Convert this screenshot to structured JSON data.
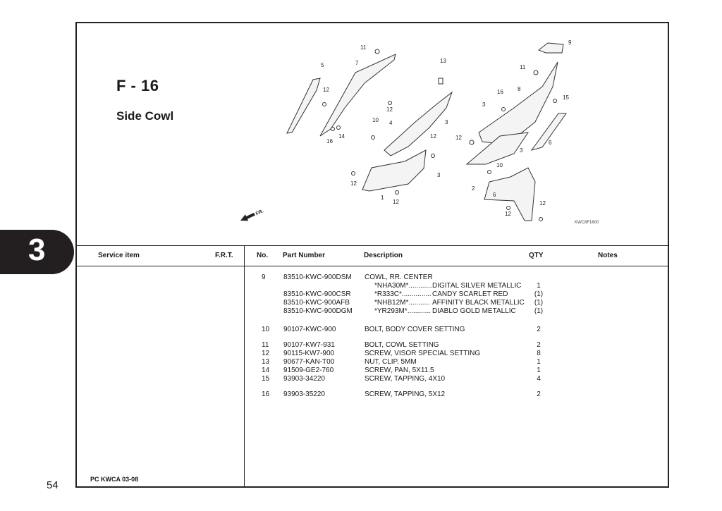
{
  "page_number": "54",
  "section_tab": "3",
  "figure": {
    "code": "F - 16",
    "name": "Side Cowl",
    "drawing_code": "KWC8F1600",
    "direction_label": "FR.",
    "callouts": [
      "1",
      "2",
      "3",
      "3",
      "3",
      "3",
      "4",
      "5",
      "6",
      "6",
      "7",
      "8",
      "9",
      "10",
      "10",
      "11",
      "11",
      "12",
      "12",
      "12",
      "12",
      "12",
      "12",
      "12",
      "12",
      "13",
      "14",
      "15",
      "16",
      "16"
    ]
  },
  "table": {
    "headers": {
      "service_item": "Service item",
      "frt": "F.R.T.",
      "no": "No.",
      "part_number": "Part Number",
      "description": "Description",
      "qty": "QTY",
      "notes": "Notes"
    },
    "rows": [
      {
        "no": "9",
        "part": "83510-KWC-900DSM",
        "desc": "COWL, RR. CENTER",
        "color_code": "",
        "color_name": "",
        "qty": ""
      },
      {
        "no": "",
        "part": "",
        "desc": "",
        "color_code": "*NHA30M*............",
        "color_name": "DIGITAL SILVER METALLIC",
        "qty": "1"
      },
      {
        "no": "",
        "part": "83510-KWC-900CSR",
        "desc": "",
        "color_code": "*R333C*...............",
        "color_name": "CANDY SCARLET RED",
        "qty": "(1)"
      },
      {
        "no": "",
        "part": "83510-KWC-900AFB",
        "desc": "",
        "color_code": "*NHB12M*...........",
        "color_name": "AFFINITY BLACK METALLIC",
        "qty": "(1)"
      },
      {
        "no": "",
        "part": "83510-KWC-900DGM",
        "desc": "",
        "color_code": "*YR293M*............",
        "color_name": "DIABLO GOLD METALLIC",
        "qty": "(1)"
      },
      {
        "no": "10",
        "part": "90107-KWC-900",
        "desc": "BOLT, BODY COVER SETTING",
        "color_code": "",
        "color_name": "",
        "qty": "2"
      },
      {
        "no": "11",
        "part": "90107-KW7-931",
        "desc": "BOLT, COWL SETTING",
        "color_code": "",
        "color_name": "",
        "qty": "2"
      },
      {
        "no": "12",
        "part": "90115-KW7-900",
        "desc": "SCREW, VISOR SPECIAL SETTING",
        "color_code": "",
        "color_name": "",
        "qty": "8"
      },
      {
        "no": "13",
        "part": "90677-KAN-T00",
        "desc": "NUT, CLIP, 5MM",
        "color_code": "",
        "color_name": "",
        "qty": "1"
      },
      {
        "no": "14",
        "part": "91509-GE2-760",
        "desc": "SCREW, PAN, 5X11.5",
        "color_code": "",
        "color_name": "",
        "qty": "1"
      },
      {
        "no": "15",
        "part": "93903-34220",
        "desc": "SCREW, TAPPING, 4X10",
        "color_code": "",
        "color_name": "",
        "qty": "4"
      },
      {
        "no": "16",
        "part": "93903-35220",
        "desc": "SCREW, TAPPING, 5X12",
        "color_code": "",
        "color_name": "",
        "qty": "2"
      }
    ]
  },
  "footer_code": "PC KWCA 03-08"
}
